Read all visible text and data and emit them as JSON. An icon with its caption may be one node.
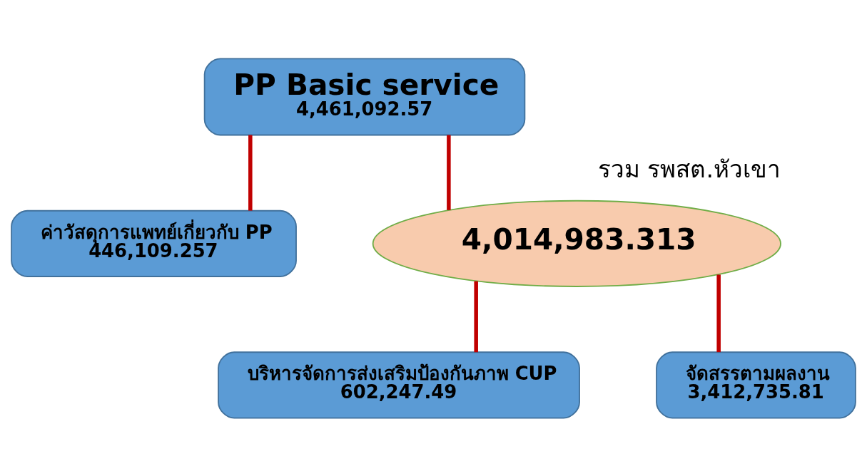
{
  "diagram": {
    "nodes": [
      {
        "text": [
          "PP Basic service",
          "4,461,092.57"
        ]
      },
      {
        "text": [
          "ค่าวัสดุการแพทย์เกี่ยวกับ PP",
          "446,109.257"
        ]
      },
      {
        "text": [
          "4,014,983.313"
        ],
        "beside": [
          "รวม รพสต.หัวเขา"
        ]
      },
      {
        "text": [
          "บริหารจัดการส่งเสริมป้องกันภาพ CUP",
          "602,247.49"
        ]
      },
      {
        "text": [
          "จัดสรรตามผลงาน",
          "3,412,735.81"
        ]
      }
    ],
    "edges": [
      {
        "from": 0,
        "to": 1,
        "arrow": "none"
      },
      {
        "from": 0,
        "to": 2,
        "arrow": "none"
      },
      {
        "from": 2,
        "to": 3,
        "arrow": "none"
      },
      {
        "from": 2,
        "to": 4,
        "arrow": "none"
      }
    ]
  }
}
